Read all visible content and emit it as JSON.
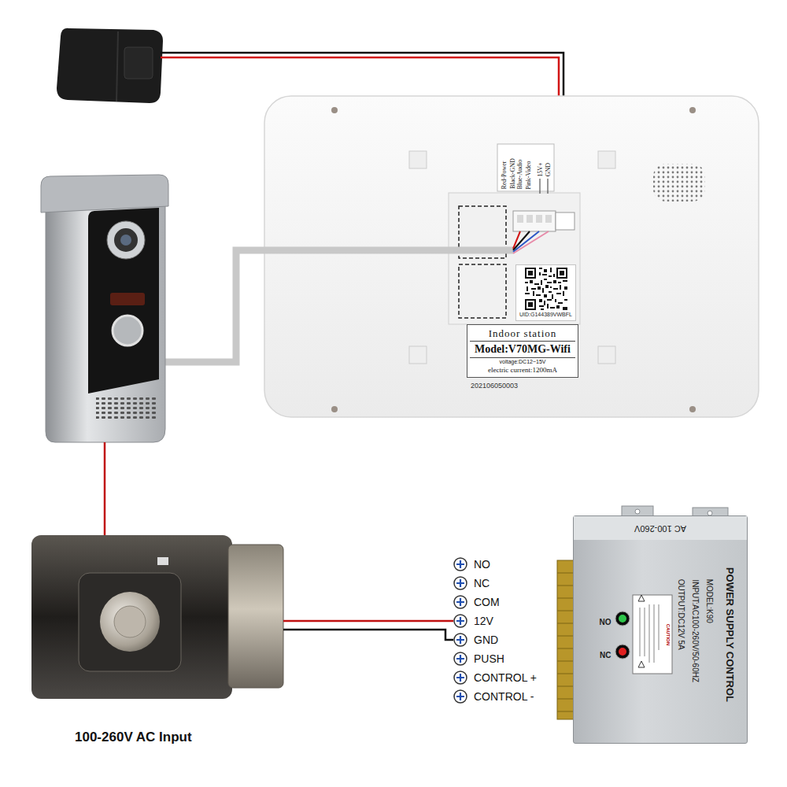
{
  "diagram": {
    "nodes": [
      {
        "text": [
          "UID:G144389VWBFL"
        ]
      },
      {
        "text": [
          "Indoor station",
          "Model:V70MG-Wifi",
          "voltage:DC12~15V",
          "electric current:1200mA"
        ]
      },
      {
        "text": [
          "AC 100-260V",
          "POWER SUPPLY CONTROL",
          "MODEL:K90",
          "INPUT:AC100-260V/50-60HZ",
          "OUTPUT:DC12V 5A",
          "CAUTION",
          "NO",
          "NC"
        ]
      }
    ],
    "labels": [
      "Red-Power",
      "Black-GND",
      "Blue-Audio",
      "Pink-Video",
      "15V+",
      "GND",
      "202106050003",
      "NO",
      "NC",
      "COM",
      "12V",
      "GND",
      "PUSH",
      "CONTROL +",
      "CONTROL -",
      "100-260V AC Input"
    ]
  }
}
